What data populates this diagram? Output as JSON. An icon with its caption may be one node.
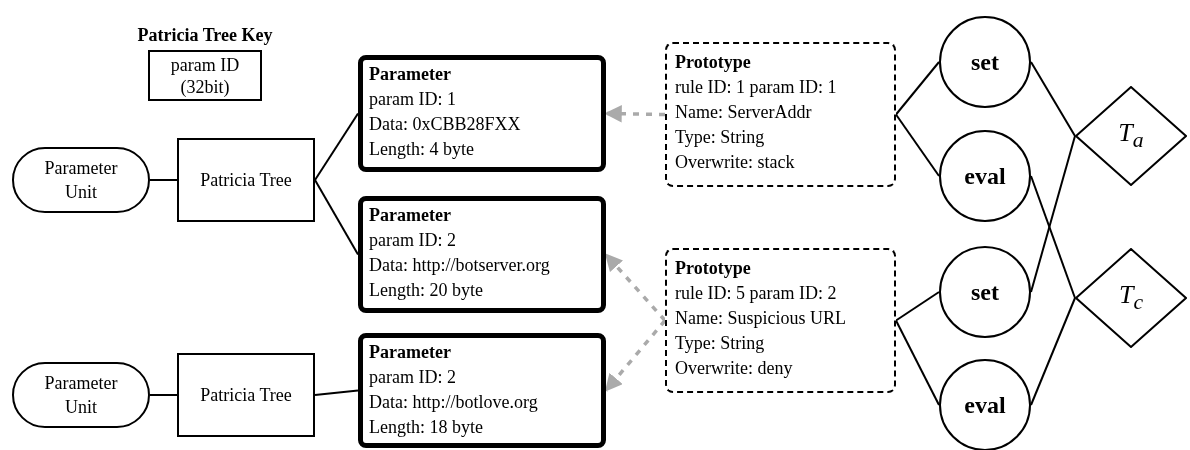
{
  "diagram": {
    "nodes": [
      {
        "text": [
          "Patricia Tree Key",
          "param ID (32bit)"
        ]
      },
      {
        "text": [
          "Parameter Unit"
        ]
      },
      {
        "text": [
          "Patricia Tree"
        ]
      },
      {
        "text": [
          "Parameter",
          "param ID: 1",
          "Data: 0xCBB28FXX",
          "Length: 4 byte"
        ]
      },
      {
        "text": [
          "Parameter",
          "param ID: 2",
          "Data: http://botserver.org",
          "Length: 20 byte"
        ]
      },
      {
        "text": [
          "Parameter Unit"
        ]
      },
      {
        "text": [
          "Patricia Tree"
        ]
      },
      {
        "text": [
          "Parameter",
          "param ID: 2",
          "Data: http://botlove.org",
          "Length: 18 byte"
        ]
      },
      {
        "text": [
          "Prototype",
          "rule ID: 1 param ID: 1",
          "Name: ServerAddr",
          "Type: String",
          "Overwrite: stack"
        ]
      },
      {
        "text": [
          "Prototype",
          "rule ID: 5 param ID: 2",
          "Name: Suspicious URL",
          "Type: String",
          "Overwrite: deny"
        ]
      },
      {
        "text": [
          "set"
        ]
      },
      {
        "text": [
          "eval"
        ]
      },
      {
        "text": [
          "set"
        ]
      },
      {
        "text": [
          "eval"
        ]
      },
      {
        "text": [
          "T$_{a}$"
        ]
      },
      {
        "text": [
          "T$_{c}$"
        ]
      }
    ],
    "edges": [
      {
        "from": 1,
        "to": 2,
        "arrow": "none"
      },
      {
        "from": 2,
        "to": 3,
        "arrow": "none"
      },
      {
        "from": 2,
        "to": 4,
        "arrow": "none"
      },
      {
        "from": 5,
        "to": 6,
        "arrow": "none"
      },
      {
        "from": 6,
        "to": 7,
        "arrow": "none"
      },
      {
        "from": 8,
        "to": 3,
        "arrow": "to",
        "style": "dashed",
        "color": "#aaaaaa"
      },
      {
        "from": 9,
        "to": 4,
        "arrow": "to",
        "style": "dashed",
        "color": "#aaaaaa"
      },
      {
        "from": 9,
        "to": 7,
        "arrow": "to",
        "style": "dashed",
        "color": "#aaaaaa"
      },
      {
        "from": 8,
        "to": 10,
        "arrow": "none"
      },
      {
        "from": 8,
        "to": 11,
        "arrow": "none"
      },
      {
        "from": 9,
        "to": 12,
        "arrow": "none"
      },
      {
        "from": 9,
        "to": 13,
        "arrow": "none"
      },
      {
        "from": 10,
        "to": 14,
        "arrow": "none"
      },
      {
        "from": 12,
        "to": 14,
        "arrow": "none"
      },
      {
        "from": 11,
        "to": 15,
        "arrow": "none"
      },
      {
        "from": 13,
        "to": 15,
        "arrow": "none"
      }
    ]
  }
}
